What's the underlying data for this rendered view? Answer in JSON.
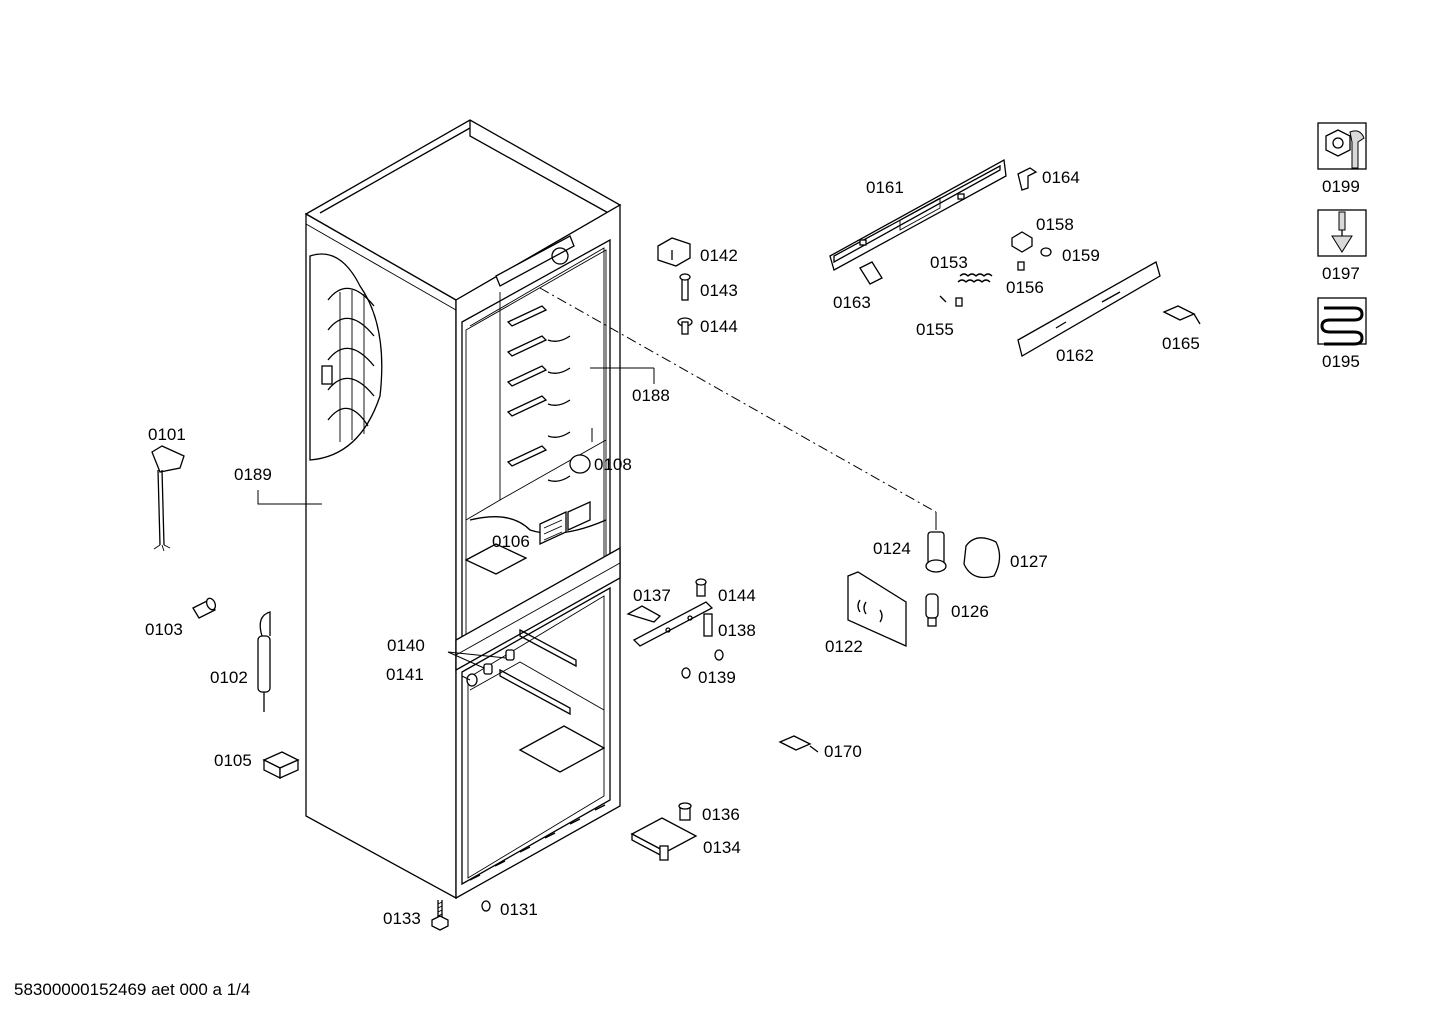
{
  "parts": [
    {
      "id": "0101"
    },
    {
      "id": "0102"
    },
    {
      "id": "0103"
    },
    {
      "id": "0105"
    },
    {
      "id": "0106"
    },
    {
      "id": "0108"
    },
    {
      "id": "0122"
    },
    {
      "id": "0124"
    },
    {
      "id": "0126"
    },
    {
      "id": "0127"
    },
    {
      "id": "0131"
    },
    {
      "id": "0133"
    },
    {
      "id": "0134"
    },
    {
      "id": "0136"
    },
    {
      "id": "0137"
    },
    {
      "id": "0138"
    },
    {
      "id": "0139"
    },
    {
      "id": "0140"
    },
    {
      "id": "0141"
    },
    {
      "id": "0142"
    },
    {
      "id": "0143"
    },
    {
      "id": "0144"
    },
    {
      "id": "0144"
    },
    {
      "id": "0153"
    },
    {
      "id": "0155"
    },
    {
      "id": "0156"
    },
    {
      "id": "0158"
    },
    {
      "id": "0159"
    },
    {
      "id": "0161"
    },
    {
      "id": "0162"
    },
    {
      "id": "0163"
    },
    {
      "id": "0164"
    },
    {
      "id": "0165"
    },
    {
      "id": "0170"
    },
    {
      "id": "0188"
    },
    {
      "id": "0189"
    }
  ],
  "legend": [
    {
      "id": "0199",
      "icon": "wrench-nut-icon"
    },
    {
      "id": "0197",
      "icon": "screwdriver-icon"
    },
    {
      "id": "0195",
      "icon": "heating-coil-icon"
    }
  ],
  "footer": "58300000152469 aet 000 a 1/4"
}
